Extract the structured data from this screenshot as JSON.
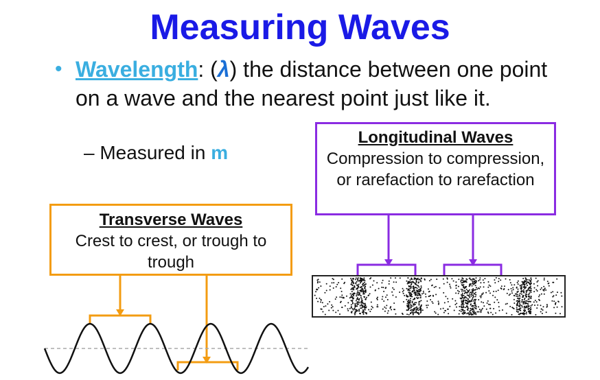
{
  "title": "Measuring Waves",
  "bullet": {
    "marker": "•",
    "term": "Wavelength",
    "colon": ": (",
    "symbol": "λ",
    "close": ")",
    "definition": " the distance between one point on a wave and the nearest point just like it.",
    "sub_prefix": "– Measured in ",
    "unit": "m"
  },
  "longitudinal_box": {
    "heading": "Longitudinal Waves",
    "text": "Compression to compression, or rarefaction to rarefaction"
  },
  "transverse_box": {
    "heading": "Transverse Waves",
    "text": "Crest to crest, or trough to trough"
  },
  "colors": {
    "title": "#1a1ae6",
    "accent": "#3aaee0",
    "longitudinal": "#8a2be2",
    "transverse": "#f39c12"
  }
}
